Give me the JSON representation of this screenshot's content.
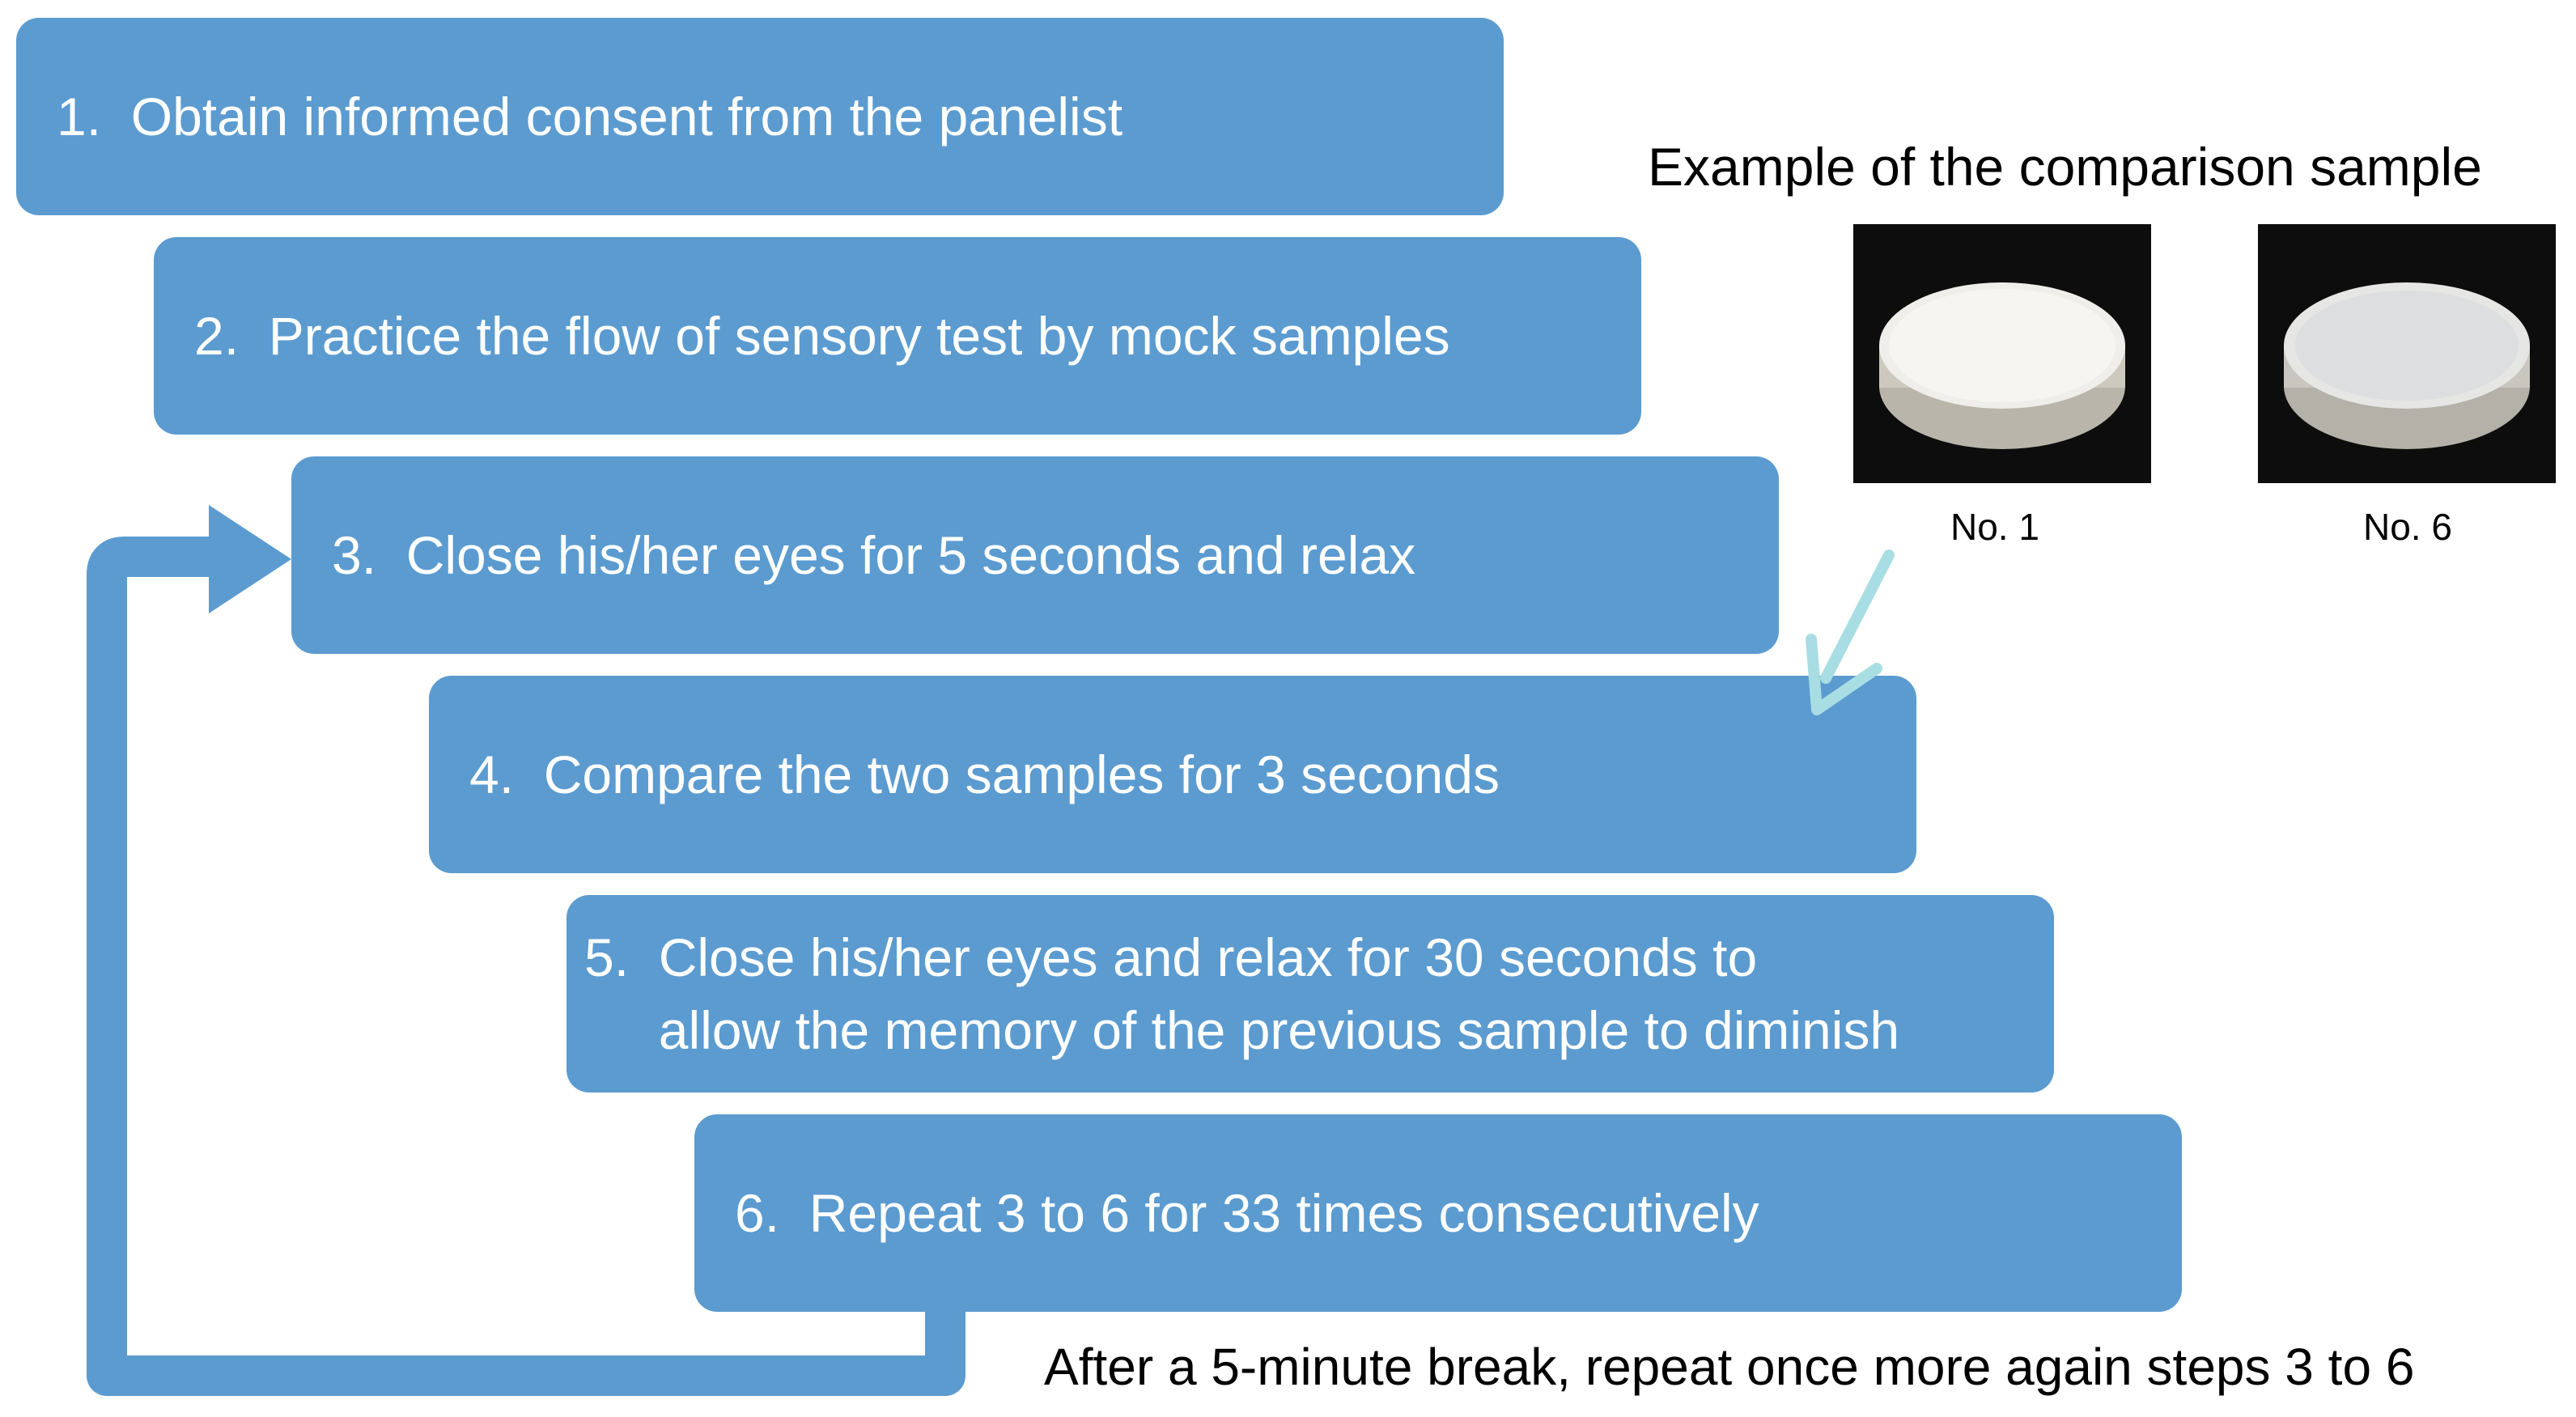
{
  "steps": [
    {
      "num": "1.",
      "text": "Obtain informed consent from the panelist"
    },
    {
      "num": "2.",
      "text": "Practice the flow of sensory test by mock samples"
    },
    {
      "num": "3.",
      "text": "Close his/her eyes for 5 seconds and relax"
    },
    {
      "num": "4.",
      "text": "Compare the two samples for 3 seconds"
    },
    {
      "num": "5.",
      "text": "Close his/her eyes and relax for 30 seconds to\nallow the memory of the previous sample to diminish"
    },
    {
      "num": "6.",
      "text": "Repeat 3 to 6 for 33 times consecutively"
    }
  ],
  "example": {
    "title": "Example of the comparison sample",
    "samples": [
      {
        "label": "No. 1"
      },
      {
        "label": "No. 6"
      }
    ]
  },
  "break_note": "After a 5-minute break, repeat once more again steps 3 to 6",
  "colors": {
    "step_box": "#5b9bd0",
    "loop_arrow": "#5b9bd0",
    "pointer_arrow": "#a8dde3"
  }
}
